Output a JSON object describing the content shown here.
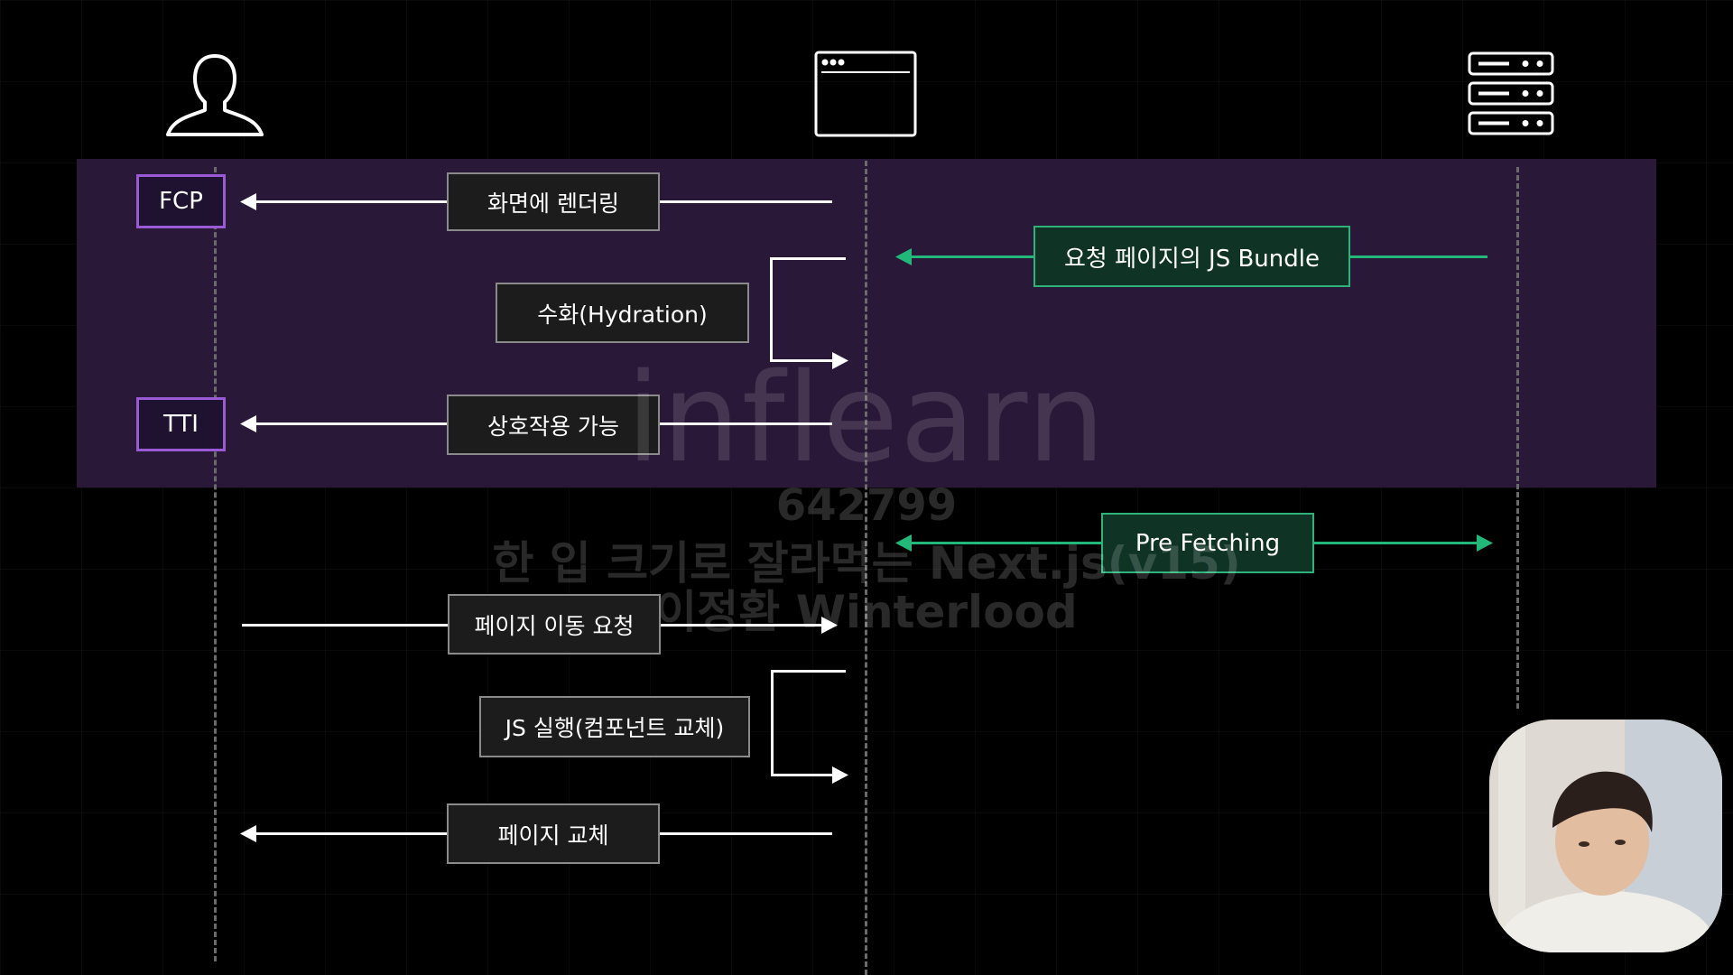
{
  "actors": {
    "user": "user-icon",
    "browser": "browser-window-icon",
    "server": "server-icon"
  },
  "metrics": {
    "fcp": "FCP",
    "tti": "TTI"
  },
  "steps": {
    "render": "화면에 렌더링",
    "js_bundle": "요청 페이지의 JS Bundle",
    "hydration": "수화(Hydration)",
    "interactive": "상호작용 가능",
    "prefetch": "Pre Fetching",
    "navigate_request": "페이지 이동 요청",
    "js_execute": "JS 실행(컴포넌트 교체)",
    "page_replace": "페이지 교체"
  },
  "watermark": {
    "brand": "inflearn",
    "id": "642799",
    "course": "한 입 크기로 잘라먹는 Next.js(v15)",
    "author": "이정환 Winterlood"
  },
  "colors": {
    "band": "#2a1838",
    "metric_border": "#9a5ad6",
    "green": "#22b87a",
    "label_border": "#8a8a8a"
  }
}
